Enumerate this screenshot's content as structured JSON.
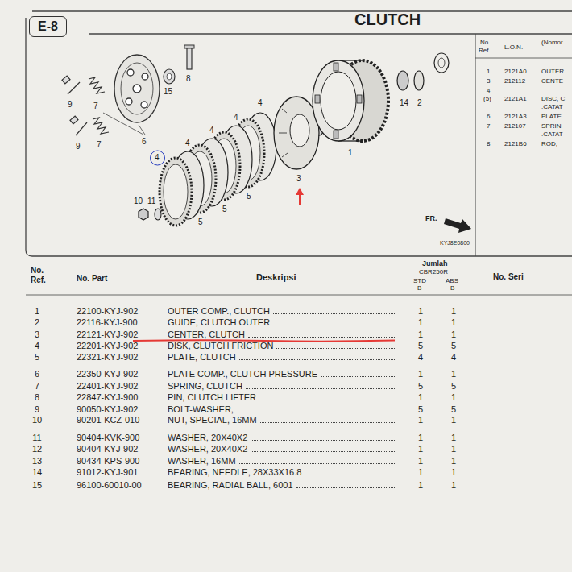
{
  "diagram": {
    "title": "CLUTCH",
    "nodes": [
      {
        "text": [
          "E-8"
        ]
      }
    ],
    "labels": [
      "9",
      "7",
      "9",
      "7",
      "6",
      "15",
      "8",
      "4",
      "4",
      "4",
      "4",
      "4",
      "5",
      "5",
      "5",
      "10",
      "11",
      "3",
      "14",
      "2",
      "1",
      "FR.",
      "KYJ8E0800",
      "No.",
      "Ref.",
      "L.O.N.",
      "(Nomor",
      "1",
      "2121A0",
      "OUTER",
      "3",
      "212112",
      "CENTE",
      "4",
      "(5)",
      "2121A1",
      "DISC, C",
      ".CATAT",
      "6",
      "2121A3",
      "PLATE",
      "7",
      "212107",
      "SPRIN",
      ".CATAT",
      "8",
      "2121B6",
      "ROD,",
      "No. Ref.",
      "No. Part",
      "Deskripsi",
      "Jumlah",
      "CBR250R",
      "STD",
      "ABS",
      "B",
      "B",
      "No. Seri",
      "1",
      "22100-KYJ-902",
      "OUTER COMP., CLUTCH",
      "1",
      "1",
      "2",
      "22116-KYJ-900",
      "GUIDE, CLUTCH OUTER",
      "1",
      "1",
      "3",
      "22121-KYJ-902",
      "CENTER, CLUTCH",
      "1",
      "1",
      "4",
      "22201-KYJ-902",
      "DISK, CLUTCH FRICTION",
      "5",
      "5",
      "5",
      "22321-KYJ-902",
      "PLATE, CLUTCH",
      "4",
      "4",
      "6",
      "22350-KYJ-902",
      "PLATE COMP., CLUTCH PRESSURE",
      "1",
      "1",
      "7",
      "22401-KYJ-902",
      "SPRING, CLUTCH",
      "5",
      "5",
      "8",
      "22847-KYJ-900",
      "PIN, CLUTCH LIFTER",
      "1",
      "1",
      "9",
      "90050-KYJ-902",
      "BOLT-WASHER,",
      "5",
      "5",
      "10",
      "90201-KCZ-010",
      "NUT, SPECIAL, 16MM",
      "1",
      "1",
      "11",
      "90404-KVK-900",
      "WASHER, 20X40X2",
      "1",
      "1",
      "12",
      "90404-KYJ-902",
      "WASHER, 20X40X2",
      "1",
      "1",
      "13",
      "90434-KPS-900",
      "WASHER, 16MM",
      "1",
      "1",
      "14",
      "91012-KYJ-901",
      "BEARING, NEEDLE, 28X33X16.8",
      "1",
      "1",
      "15",
      "96100-60010-00",
      "BEARING, RADIAL BALL, 6001",
      "1",
      "1"
    ]
  }
}
